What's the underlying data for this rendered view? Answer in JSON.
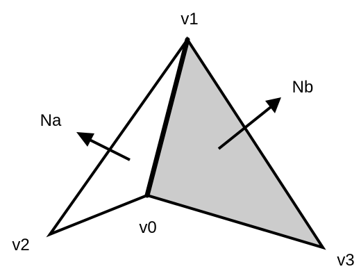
{
  "diagram": {
    "labels": {
      "v1": "v1",
      "v0": "v0",
      "v2": "v2",
      "v3": "v3",
      "na": "Na",
      "nb": "Nb"
    },
    "colors": {
      "stroke": "#000000",
      "shaded_face": "#cccccc",
      "background": "#ffffff"
    }
  }
}
